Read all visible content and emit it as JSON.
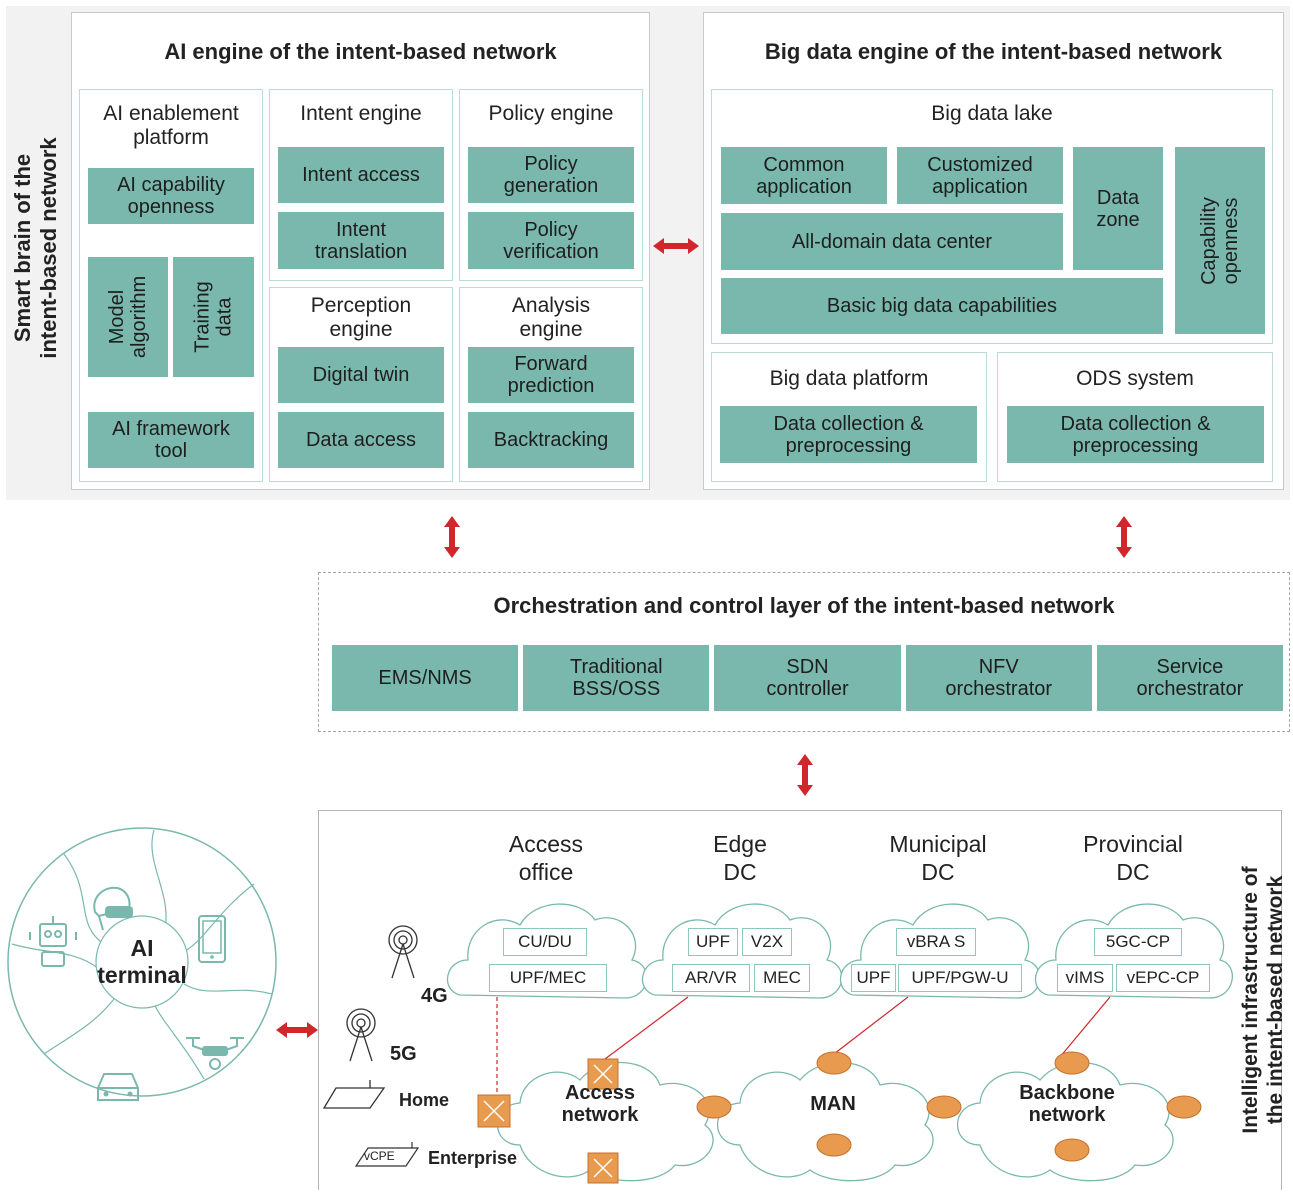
{
  "colors": {
    "teal": "#7ab8ae",
    "teal_border": "#b9ddd6",
    "arrow_red": "#d0262c",
    "router_orange": "#e89a4e",
    "grey_bg": "#f2f2f2"
  },
  "smart_brain": {
    "side_label": "Smart brain of the\nintent-based network",
    "ai_engine": {
      "title": "AI engine of the intent-based network",
      "enablement": {
        "title": "AI enablement\nplatform",
        "capability": "AI capability\nopenness",
        "model": "Model\nalgorithm",
        "training": "Training\ndata",
        "framework": "AI framework\ntool"
      },
      "intent": {
        "title": "Intent engine",
        "access": "Intent access",
        "translation": "Intent\ntranslation"
      },
      "policy": {
        "title": "Policy engine",
        "generation": "Policy\ngeneration",
        "verification": "Policy\nverification"
      },
      "perception": {
        "title": "Perception\nengine",
        "twin": "Digital twin",
        "access": "Data access"
      },
      "analysis": {
        "title": "Analysis\nengine",
        "forward": "Forward\nprediction",
        "backtracking": "Backtracking"
      }
    },
    "bigdata_engine": {
      "title": "Big data engine of the intent-based network",
      "lake": {
        "title": "Big data lake",
        "common": "Common\napplication",
        "customized": "Customized\napplication",
        "zone": "Data\nzone",
        "capability": "Capability\nopenness",
        "center": "All-domain data center",
        "basic": "Basic big data capabilities"
      },
      "platform": {
        "title": "Big data platform",
        "collection": "Data collection &\npreprocessing"
      },
      "ods": {
        "title": "ODS system",
        "collection": "Data collection &\npreprocessing"
      }
    }
  },
  "orchestration": {
    "title": "Orchestration and control layer of the intent-based network",
    "items": [
      "EMS/NMS",
      "Traditional\nBSS/OSS",
      "SDN\ncontroller",
      "NFV\norchestrator",
      "Service\norchestrator"
    ]
  },
  "terminal": {
    "label": "AI\nterminal"
  },
  "infrastructure": {
    "side_label": "Intelligent infrastructure of\nthe intent-based network",
    "sites": [
      {
        "label": "Access\noffice",
        "rows": [
          [
            "CU/DU"
          ],
          [
            "UPF/MEC"
          ]
        ]
      },
      {
        "label": "Edge\nDC",
        "rows": [
          [
            "UPF",
            "V2X"
          ],
          [
            "AR/VR",
            "MEC"
          ]
        ]
      },
      {
        "label": "Municipal\nDC",
        "rows": [
          [
            "vBRA S"
          ],
          [
            "UPF",
            "UPF/PGW-U"
          ]
        ]
      },
      {
        "label": "Provincial\nDC",
        "rows": [
          [
            "5GC-CP"
          ],
          [
            "vIMS",
            "vEPC-CP"
          ]
        ]
      }
    ],
    "access_labels": {
      "g4": "4G",
      "g5": "5G",
      "home": "Home",
      "vcpe": "vCPE",
      "enterprise": "Enterprise"
    },
    "networks": {
      "access": "Access\nnetwork",
      "man": "MAN",
      "backbone": "Backbone\nnetwork"
    }
  }
}
